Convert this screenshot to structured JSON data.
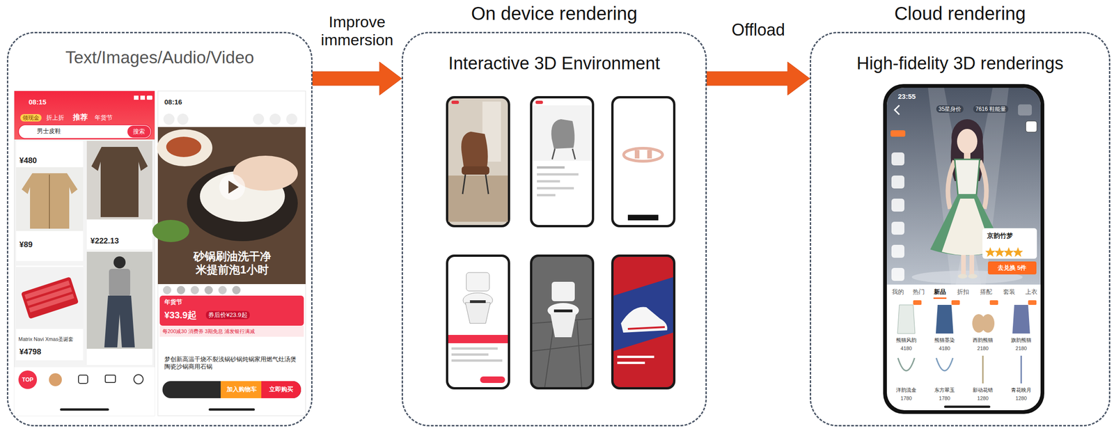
{
  "diagram": {
    "nodes": [
      {
        "text": [
          "Text/Images/Audio/Video"
        ]
      },
      {
        "text": [
          "On device rendering",
          "Interactive 3D Environment"
        ]
      },
      {
        "text": [
          "Cloud rendering",
          "High-fidelity 3D renderings"
        ]
      }
    ],
    "edges": [
      {
        "from": 0,
        "to": 1,
        "arrow": "to",
        "label": "Improve immersion"
      },
      {
        "from": 1,
        "to": 2,
        "arrow": "to",
        "label": "Offload"
      }
    ],
    "labels": [
      "08:15",
      "领现金",
      "折上折",
      "推荐",
      "年货节",
      "男士皮鞋",
      "搜索",
      "¥480",
      "¥222.13",
      "¥89",
      "Matrix Navi Xmas圣诞套",
      "¥4798",
      "TOP",
      "08:16",
      "砂锅刷油洗干净 米提前泡1小时",
      "年货节",
      "¥33.9起",
      "券后价¥23.9起",
      "每200减30 消费券 3期免息 浦发银行满减",
      "梦创新高温干烧不裂浅锅砂锅炖锅家用燃气灶汤煲陶瓷沙锅商用石锅",
      "加入购物车",
      "立即购买",
      "23:55",
      "35星身价",
      "7616 鞋能量",
      "京韵竹梦",
      "去兑换 5件",
      "我的",
      "热门",
      "新品",
      "折扣",
      "搭配",
      "套装",
      "上衣",
      "熊猫风韵",
      "熊猫墨染",
      "西韵熊猫",
      "旗韵熊猫",
      "4180",
      "4180",
      "2180",
      "2180",
      "洋韵流金",
      "东方翠玉",
      "影动花错",
      "青花映月",
      "1780",
      "1780",
      "1280",
      "1280"
    ]
  }
}
